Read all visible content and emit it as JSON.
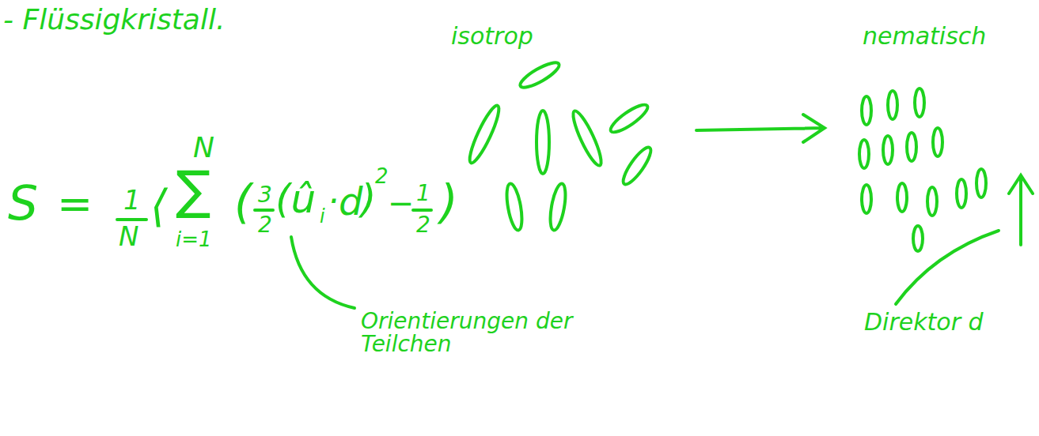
{
  "diagram": {
    "labels": [
      "- Flüssigkristall.",
      "isotrop",
      "nematisch",
      "S",
      "=",
      "1",
      "N",
      "⟨",
      "N",
      "∑",
      "i=1",
      "(",
      "3",
      "2",
      "(û",
      "i",
      "·",
      "d",
      ")",
      "2",
      "−",
      "1",
      "2",
      ")",
      "Orientierungen der Teilchen",
      "Direktor d"
    ]
  }
}
